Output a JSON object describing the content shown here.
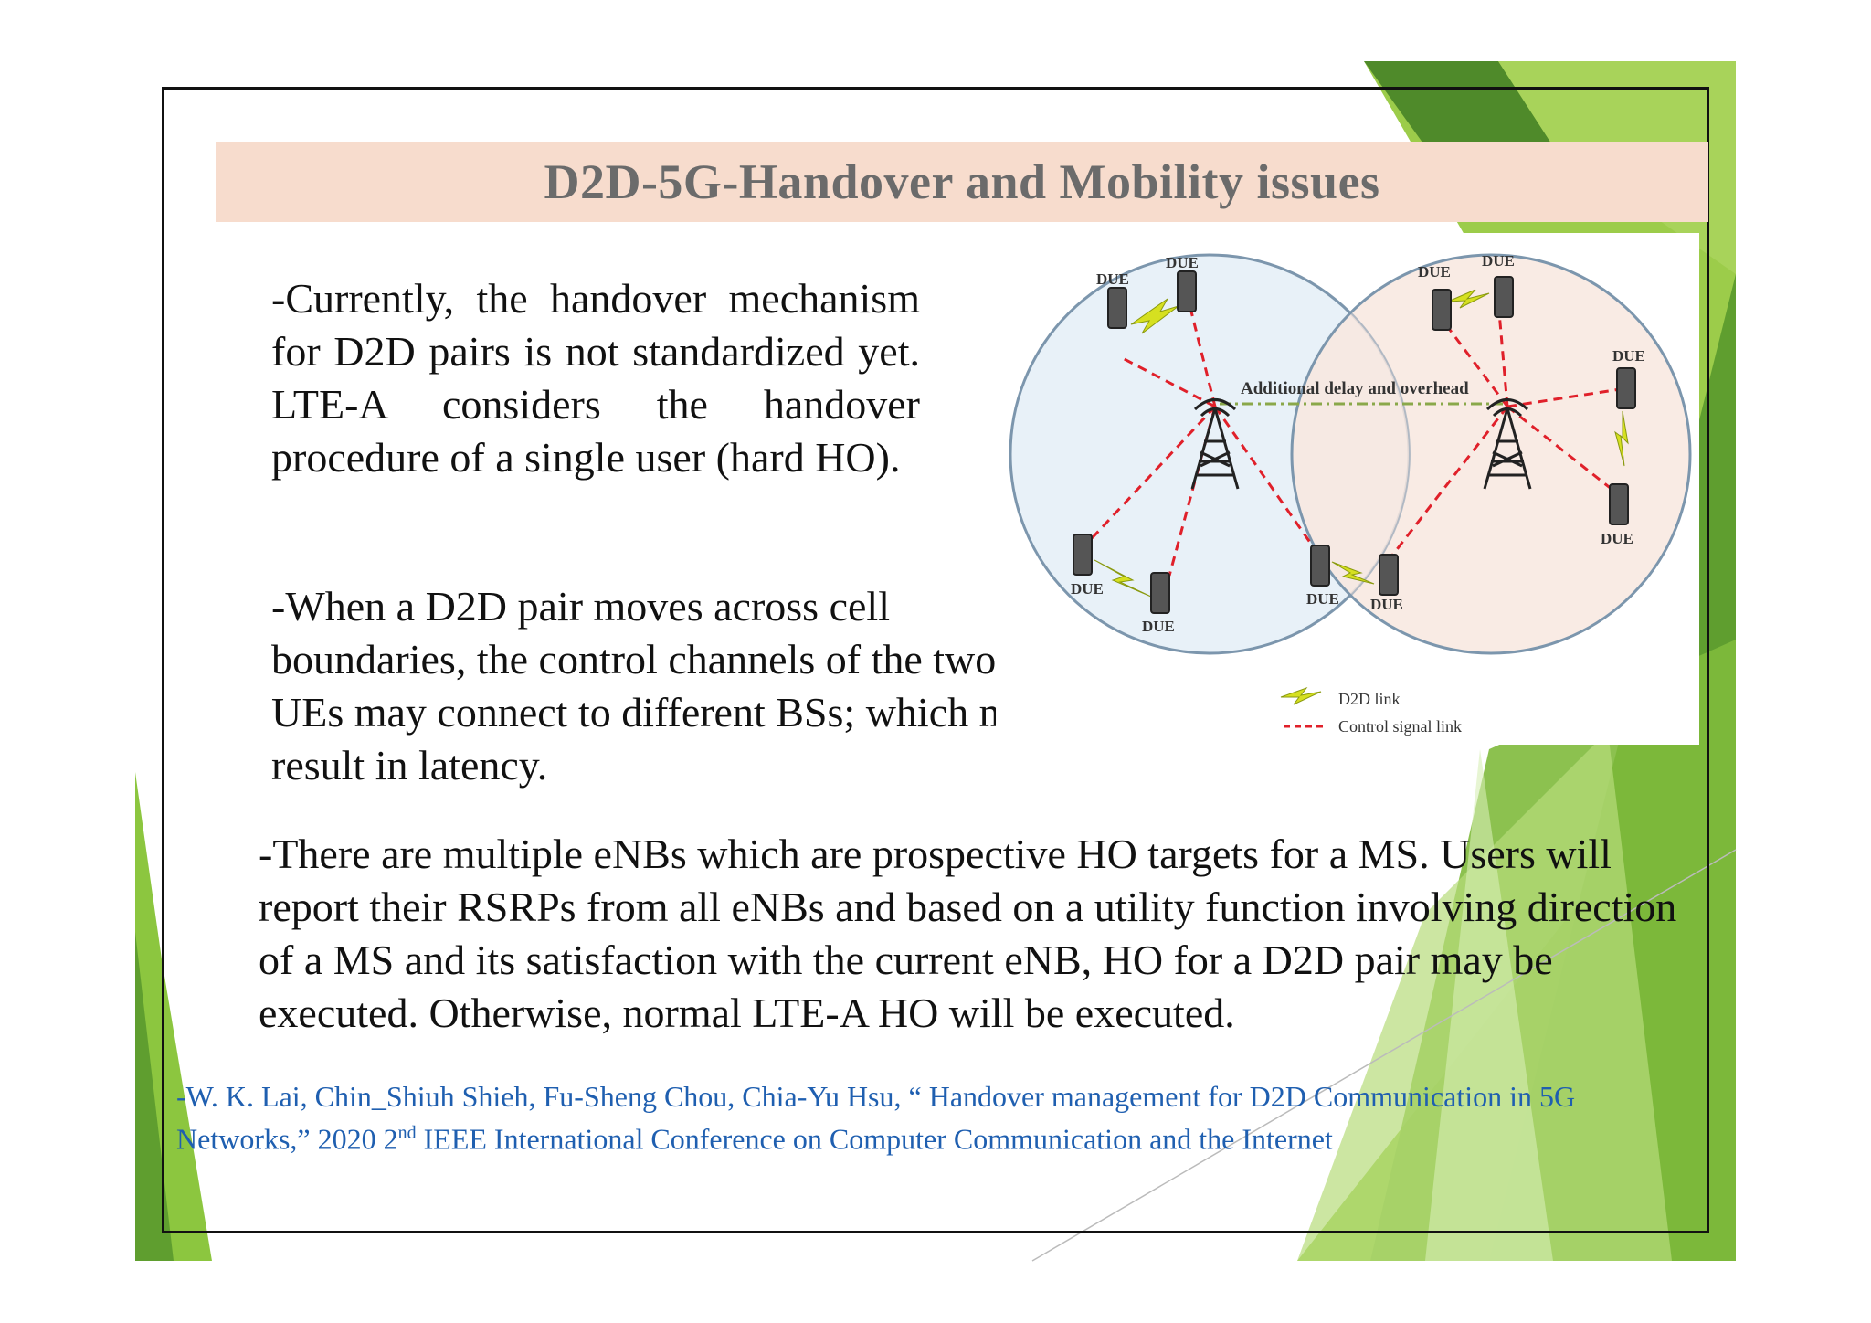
{
  "slide": {
    "title": "D2D-5G-Handover and Mobility issues",
    "paragraph_1": "-Currently, the handover mechanism for D2D pairs is not standardized yet. LTE-A considers the handover procedure of a single user (hard HO).",
    "paragraph_2": "-When a D2D pair moves across cell boundaries, the control channels of the two UEs may connect to different BSs; which may result in latency.",
    "paragraph_3": "-There are multiple eNBs which are prospective HO targets for a MS. Users will report their RSRPs from all eNBs and based on a utility function involving direction of a MS and its satisfaction with the current eNB, HO for a D2D pair may be executed. Otherwise, normal LTE-A HO will be executed.",
    "reference": {
      "before_sup": "-W. K. Lai, Chin_Shiuh Shieh, Fu-Sheng Chou, Chia-Yu Hsu, “ Handover management for D2D Communication in 5G Networks,”  2020 2",
      "sup": "nd",
      "after_sup": " IEEE International Conference on Computer Communication and the Internet"
    }
  },
  "diagram": {
    "annotation": "Additional delay and overhead",
    "device_labels": {
      "due_3_1": "DUE",
      "due_3_2": "DUE",
      "due_4_1": "DUE",
      "due_4_2": "DUE",
      "due_5_1": "DUE",
      "due_5_2": "DUE",
      "due_1_1": "DUE",
      "due_1_2": "DUE",
      "due_2_1": "DUE",
      "due_2_2": "DUE"
    },
    "legend": {
      "d2d_link": "D2D link",
      "control_link": "Control signal link"
    },
    "colors": {
      "left_cell": "#e8f1f8",
      "right_cell": "#f8e8df",
      "control_link": "#e0202a",
      "d2d_link": "#d6e020",
      "backhaul": "#8aa84a"
    }
  },
  "theme": {
    "title_bar": "#f7dccd",
    "title_text": "#6b6b6b",
    "reference_text": "#1f5fb0",
    "accent_green": "#8cc63f"
  }
}
